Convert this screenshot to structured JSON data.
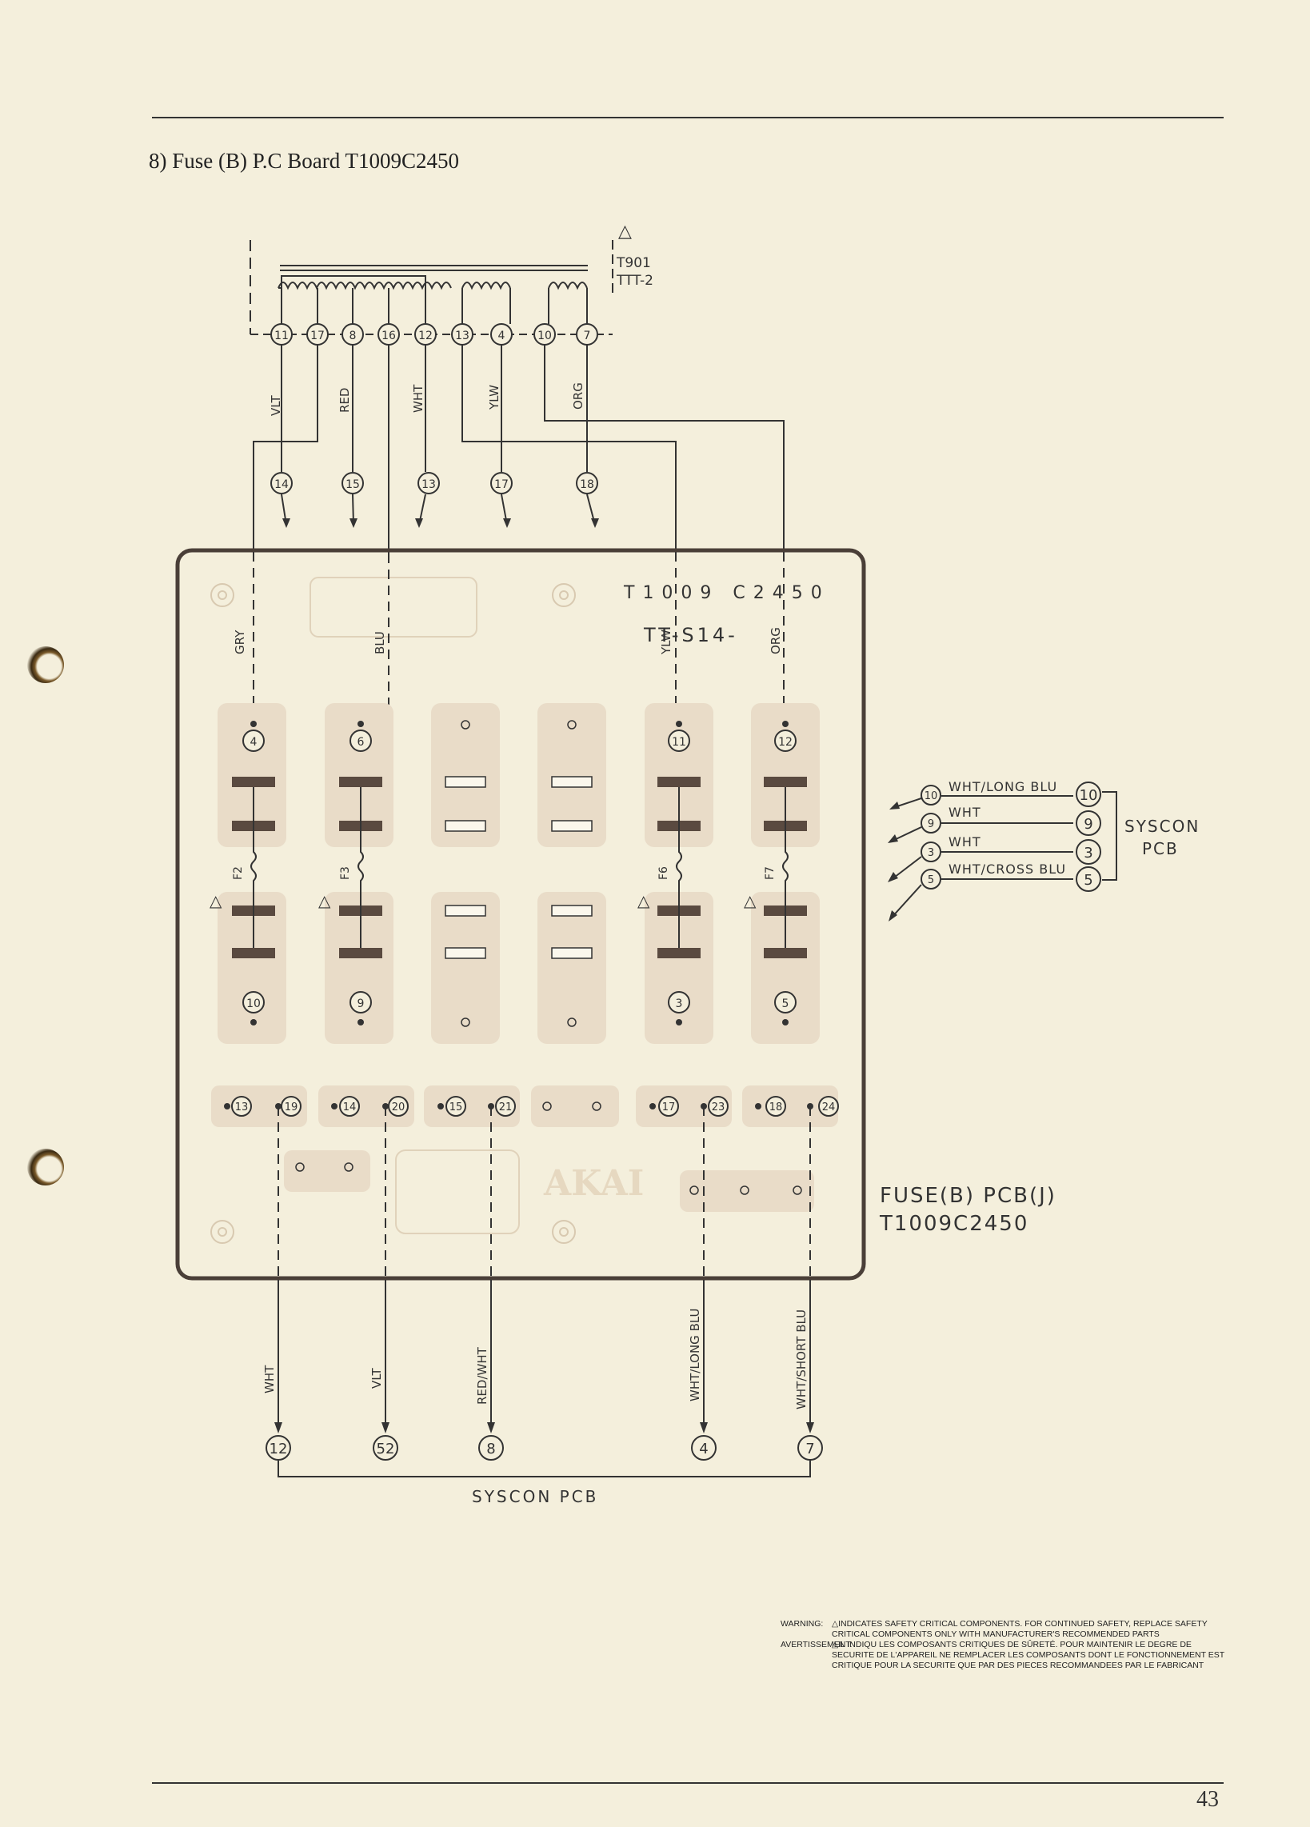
{
  "page": {
    "heading": "8) Fuse (B) P.C Board T1009C2450",
    "page_number": "43"
  },
  "transformer": {
    "ref": "T901",
    "part": "TTT-2",
    "warning_symbol": "△"
  },
  "transformer_terminals": [
    "11",
    "17",
    "8",
    "16",
    "12",
    "13",
    "4",
    "10",
    "7"
  ],
  "top_wires": [
    {
      "color": "VLT",
      "to": "14"
    },
    {
      "color": "RED",
      "to": "15"
    },
    {
      "color": "WHT",
      "to": "13"
    },
    {
      "color": "YLW",
      "to": "17"
    },
    {
      "color": "ORG",
      "to": "18"
    }
  ],
  "board": {
    "silkscreen_code": "T1009 C2450",
    "silkscreen_part": "TT-S14-",
    "brand": "AKAI",
    "label_line1": "FUSE(B) PCB(J)",
    "label_line2": "T1009C2450"
  },
  "board_input_wires": [
    "GRY",
    "BLU",
    "YLW",
    "ORG"
  ],
  "fuses": [
    {
      "ref": "F2",
      "top_terminal": "4",
      "bottom_terminal": "10"
    },
    {
      "ref": "F3",
      "top_terminal": "6",
      "bottom_terminal": "9"
    },
    {
      "ref": "F6",
      "top_terminal": "11",
      "bottom_terminal": "3"
    },
    {
      "ref": "F7",
      "top_terminal": "12",
      "bottom_terminal": "5"
    }
  ],
  "connector_pins": [
    [
      "13",
      "19"
    ],
    [
      "14",
      "20"
    ],
    [
      "15",
      "21"
    ],
    [
      "",
      ""
    ],
    [
      "17",
      "23"
    ],
    [
      "18",
      "24"
    ]
  ],
  "side_connector": {
    "title_line1": "SYSCON",
    "title_line2": "PCB",
    "rows": [
      {
        "left": "10",
        "wire": "WHT/LONG BLU",
        "right": "10"
      },
      {
        "left": "9",
        "wire": "WHT",
        "right": "9"
      },
      {
        "left": "3",
        "wire": "WHT",
        "right": "3"
      },
      {
        "left": "5",
        "wire": "WHT/CROSS BLU",
        "right": "5"
      }
    ]
  },
  "bottom_wires": [
    {
      "color": "WHT",
      "to": "12"
    },
    {
      "color": "VLT",
      "to": "52"
    },
    {
      "color": "RED/WHT",
      "to": "8"
    },
    {
      "color": "WHT/LONG BLU",
      "to": "4"
    },
    {
      "color": "WHT/SHORT BLU",
      "to": "7"
    }
  ],
  "bottom_group_label": "SYSCON PCB",
  "warning": {
    "label": "WARNING:",
    "symbol": "△",
    "text": "INDICATES SAFETY CRITICAL COMPONENTS. FOR CONTINUED SAFETY, REPLACE SAFETY CRITICAL COMPONENTS ONLY WITH MANUFACTURER'S RECOMMENDED PARTS",
    "fr_label": "AVERTISSEMENT:",
    "fr_text": "IL INDIQU LES COMPOSANTS CRITIQUES DE SÛRETÉ. POUR MAINTENIR LE DEGRE DE SECURITE DE L'APPAREIL NE REMPLACER LES COMPOSANTS DONT LE FONCTIONNEMENT EST CRITIQUE POUR LA SECURITE QUE PAR DES PIECES RECOMMANDEES PAR LE FABRICANT"
  },
  "colors": {
    "paper": "#f4efdc",
    "ink": "#333333",
    "pad": "#e9dcc8",
    "fuse_body": "#5a4a40"
  }
}
